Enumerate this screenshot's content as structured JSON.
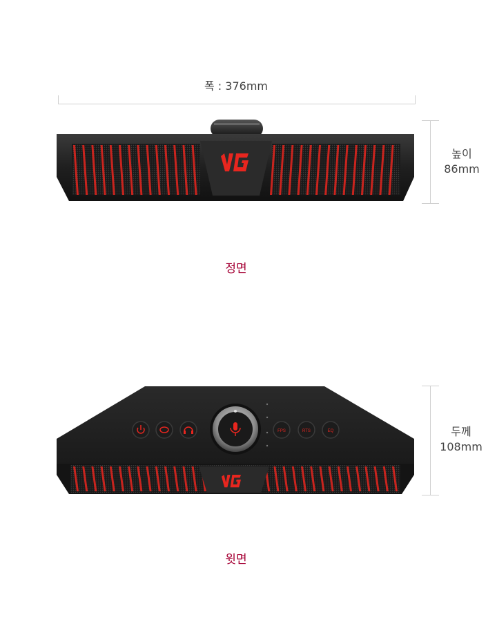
{
  "front": {
    "width_label": "폭 : 376mm",
    "height_label_line1": "높이",
    "height_label_line2": "86mm",
    "caption": "정면"
  },
  "top": {
    "depth_label_line1": "두께",
    "depth_label_line2": "108mm",
    "caption": "윗면",
    "button_labels": [
      "FPS",
      "RTS",
      "EQ"
    ]
  },
  "colors": {
    "accent": "#a50034",
    "led_red": "#e8261f",
    "body": "#222222"
  }
}
